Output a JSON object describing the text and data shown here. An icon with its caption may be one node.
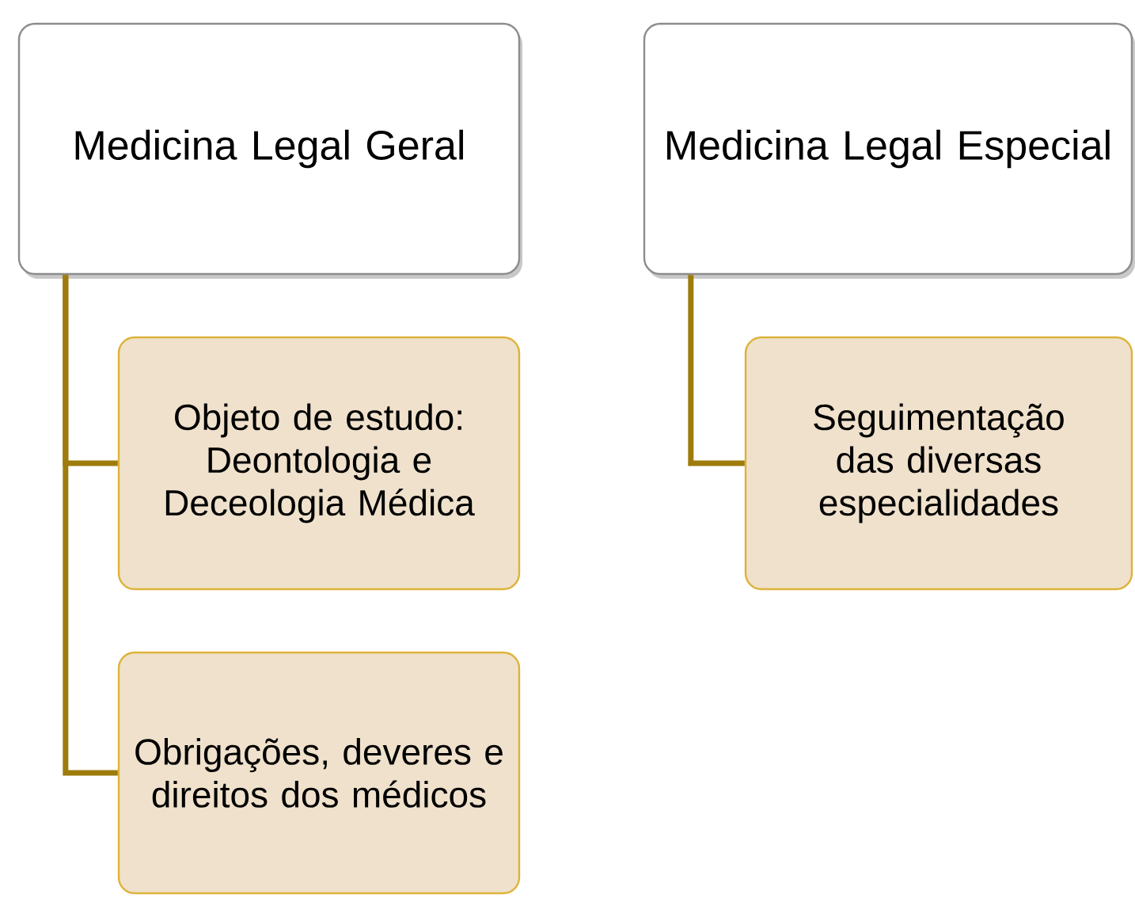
{
  "diagram": {
    "nodes": [
      {
        "text": [
          "Medicina Legal Geral"
        ]
      },
      {
        "text": [
          "Objeto de estudo: Deontologia e Deceologia Médica"
        ]
      },
      {
        "text": [
          "Obrigações, deveres e direitos dos médicos"
        ]
      },
      {
        "text": [
          "Medicina Legal Especial"
        ]
      },
      {
        "text": [
          "Seguimentação das diversas especialidades"
        ]
      }
    ],
    "edges": [
      {
        "from": 0,
        "to": 1,
        "arrow": "none"
      },
      {
        "from": 0,
        "to": 2,
        "arrow": "none"
      },
      {
        "from": 3,
        "to": 4,
        "arrow": "none"
      }
    ]
  }
}
